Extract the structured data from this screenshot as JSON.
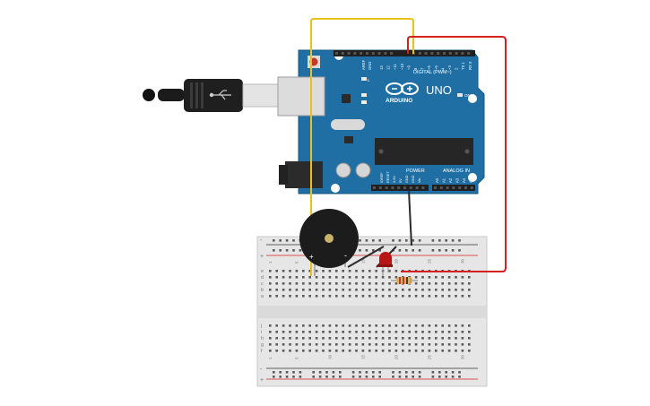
{
  "board": {
    "brand": "ARDUINO",
    "model": "UNO",
    "digital_label": "DIGITAL (PWM~)",
    "analog_label": "ANALOG IN",
    "power_label": "POWER",
    "on_label": "ON",
    "tx_label": "TX",
    "rx_label": "RX",
    "l_label": "L",
    "aref_label": "AREF",
    "gnd_label": "GND",
    "digital_pins": [
      "13",
      "12",
      "~11",
      "~10",
      "~9",
      "8",
      "7",
      "~6",
      "~5",
      "4",
      "~3",
      "2",
      "TX 1",
      "RX 0"
    ],
    "power_pins": [
      "IOREF",
      "RESET",
      "3.3V",
      "5V",
      "GND",
      "GND",
      "Vin"
    ],
    "analog_pins": [
      "A0",
      "A1",
      "A2",
      "A3",
      "A4",
      "A5"
    ]
  },
  "breadboard": {
    "columns": [
      "1",
      "5",
      "10",
      "15",
      "20",
      "25",
      "30"
    ],
    "rows_top": [
      "a",
      "b",
      "c",
      "d",
      "e"
    ],
    "rows_bottom": [
      "f",
      "g",
      "h",
      "i",
      "j"
    ],
    "plus": "+",
    "minus": "-"
  },
  "buzzer": {
    "plus": "+",
    "minus": "-"
  },
  "colors": {
    "board": "#1f6fa5",
    "wire_yellow": "#e8c11c",
    "wire_red": "#d42020",
    "wire_black": "#2a2a2a",
    "led": "#b81616"
  }
}
